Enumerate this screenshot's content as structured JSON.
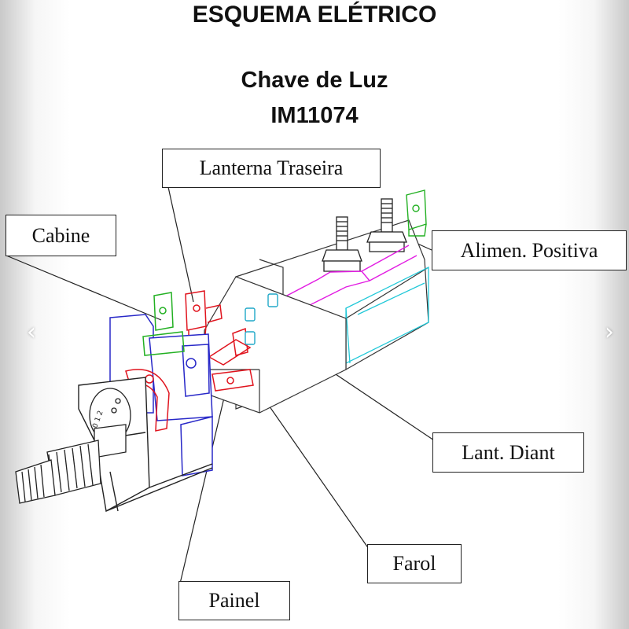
{
  "header": {
    "title": "ESQUEMA ELÉTRICO",
    "subtitle_line1": "Chave de Luz",
    "subtitle_line2": "IM11074"
  },
  "labels": {
    "lanterna_traseira": "Lanterna Traseira",
    "cabine": "Cabine",
    "alimen_positiva": "Alimen. Positiva",
    "lant_diant": "Lant. Diant",
    "farol": "Farol",
    "painel": "Painel"
  },
  "nav": {
    "prev_glyph": "‹",
    "next_glyph": "›"
  },
  "colors": {
    "lanterna_traseira_terminal": "#e0141e",
    "cabine_terminal": "#22b022",
    "alimen_positiva_terminal": "#e21ce2",
    "switch_housing": "#2828c8",
    "relay_housing": "#20c8d8",
    "lamp_terminal": "#20a8c8"
  }
}
